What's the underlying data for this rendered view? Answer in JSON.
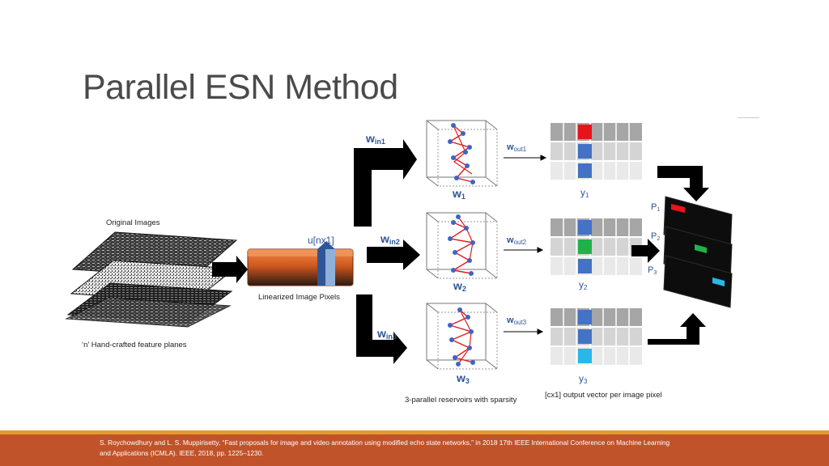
{
  "slide": {
    "title": "Parallel ESN Method",
    "citation": "S. Roychowdhury and L. S. Muppirisetty, “Fast proposals for image and video annotation using modified echo state networks,” in 2018 17th IEEE International Conference on Machine Learning and Applications (ICMLA). IEEE, 2018, pp. 1225–1230."
  },
  "diagram": {
    "original_images_label": "Original Images",
    "feature_planes_label": "‘n’ Hand-crafted feature planes",
    "input_vector_label": "u[nx1]",
    "linearized_label": "Linearized Image Pixels",
    "reservoirs_caption": "3-parallel reservoirs with sparsity",
    "output_caption": "[cx1] output vector per image pixel",
    "win": [
      {
        "main": "w",
        "sub": "in1"
      },
      {
        "main": "w",
        "sub": "in2"
      },
      {
        "main": "w",
        "sub": "in3"
      }
    ],
    "reservoirs": [
      {
        "main": "w",
        "sub": "1"
      },
      {
        "main": "w",
        "sub": "2"
      },
      {
        "main": "w",
        "sub": "3"
      }
    ],
    "wout": [
      {
        "main": "w",
        "sub": "out1"
      },
      {
        "main": "w",
        "sub": "out2"
      },
      {
        "main": "w",
        "sub": "out3"
      }
    ],
    "outputs": [
      {
        "main": "y",
        "sub": "1"
      },
      {
        "main": "y",
        "sub": "2"
      },
      {
        "main": "y",
        "sub": "3"
      }
    ],
    "planes": [
      {
        "main": "P",
        "sub": "1"
      },
      {
        "main": "P",
        "sub": "2"
      },
      {
        "main": "P",
        "sub": "3"
      }
    ],
    "colors": {
      "accent_blue": "#2f5597",
      "red_cell": "#e8141b",
      "blue_cell": "#4472c4",
      "green_cell": "#1fb24a",
      "cyan_cell": "#29b6e8",
      "bar_orange": "#d0581f",
      "footer": "#c0532a",
      "footer_stripe": "#e59b2f"
    }
  }
}
